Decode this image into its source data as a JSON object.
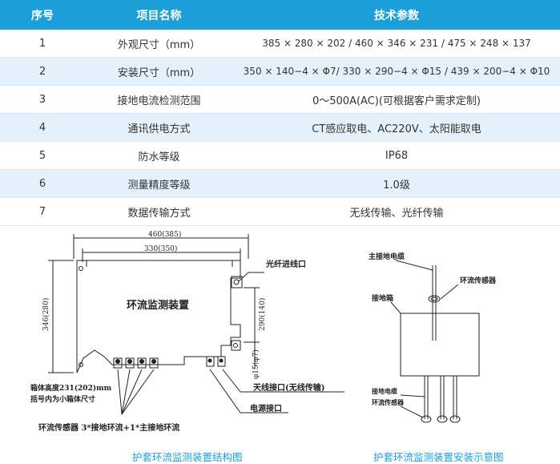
{
  "table": {
    "headers": [
      "序号",
      "项目名称",
      "技术参数"
    ],
    "rows": [
      {
        "no": "1",
        "name": "外观尺寸（mm）",
        "value": "385 × 280 × 202 / 460 × 346 × 231 / 475 × 248 × 137"
      },
      {
        "no": "2",
        "name": "安装尺寸（mm）",
        "value": "350 × 140−4 × Φ7/ 330 × 290−4 × Φ15 / 439 × 200−4 × Φ10"
      },
      {
        "no": "3",
        "name": "接地电流检测范围",
        "value": "0～500A(AC)(可根据客户需求定制)"
      },
      {
        "no": "4",
        "name": "通讯供电方式",
        "value": "CT感应取电、AC220V、太阳能取电"
      },
      {
        "no": "5",
        "name": "防水等级",
        "value": "IP68"
      },
      {
        "no": "6",
        "name": "测量精度等级",
        "value": "1.0级"
      },
      {
        "no": "7",
        "name": "数据传输方式",
        "value": "无线传输、光纤传输"
      }
    ]
  },
  "diagram_left": {
    "dim_top": "460(385)",
    "dim_inner": "330(350)",
    "dim_left": "346(280)",
    "dim_right": "290(140)",
    "dim_hole": "φ15(φ7)",
    "title": "环流监测装置",
    "label_fiber": "光纤进线口",
    "label_antenna": "天线接口(无线传输)",
    "label_power": "电源接口",
    "note_height": "箱体高度231(202)mm",
    "note_bracket": "括号内为小箱体尺寸",
    "label_sensors": "环流传感器 3*接地环流+1*主接地环流",
    "caption": "护套环流监测装置结构图"
  },
  "diagram_right": {
    "label_main_cable": "主接地电缆",
    "label_sensor": "环流传感器",
    "label_box": "接地箱",
    "label_ground_cable": "接地电缆",
    "label_sensor2": "环流传感器",
    "caption": "护套环流监测装置安装示意图"
  }
}
